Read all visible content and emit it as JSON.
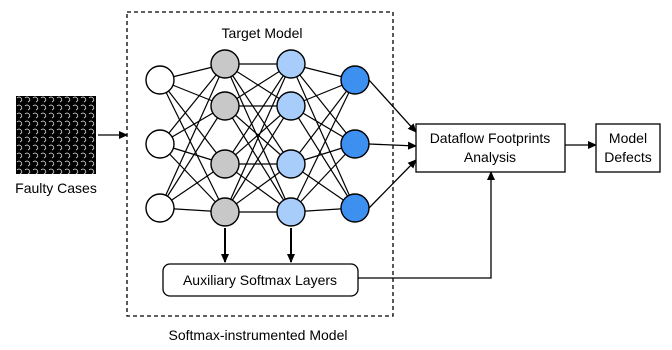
{
  "figure": {
    "input_label": "Faulty Cases",
    "container_title": "Target Model",
    "container_caption": "Softmax-instrumented Model",
    "aux_box_label": "Auxiliary Softmax Layers",
    "analysis_box_lines": [
      "Dataflow Footprints",
      "Analysis"
    ],
    "output_box_lines": [
      "Model",
      "Defects"
    ]
  },
  "network": {
    "layer_sizes": [
      3,
      4,
      4,
      3
    ],
    "layer_colors": [
      "#ffffff",
      "#c8c8c8",
      "#a9cdfb",
      "#3d8ff0"
    ],
    "instrumented_layers": [
      1,
      2
    ]
  },
  "colors": {
    "stroke": "#000000",
    "dashed_border": "#000000"
  }
}
